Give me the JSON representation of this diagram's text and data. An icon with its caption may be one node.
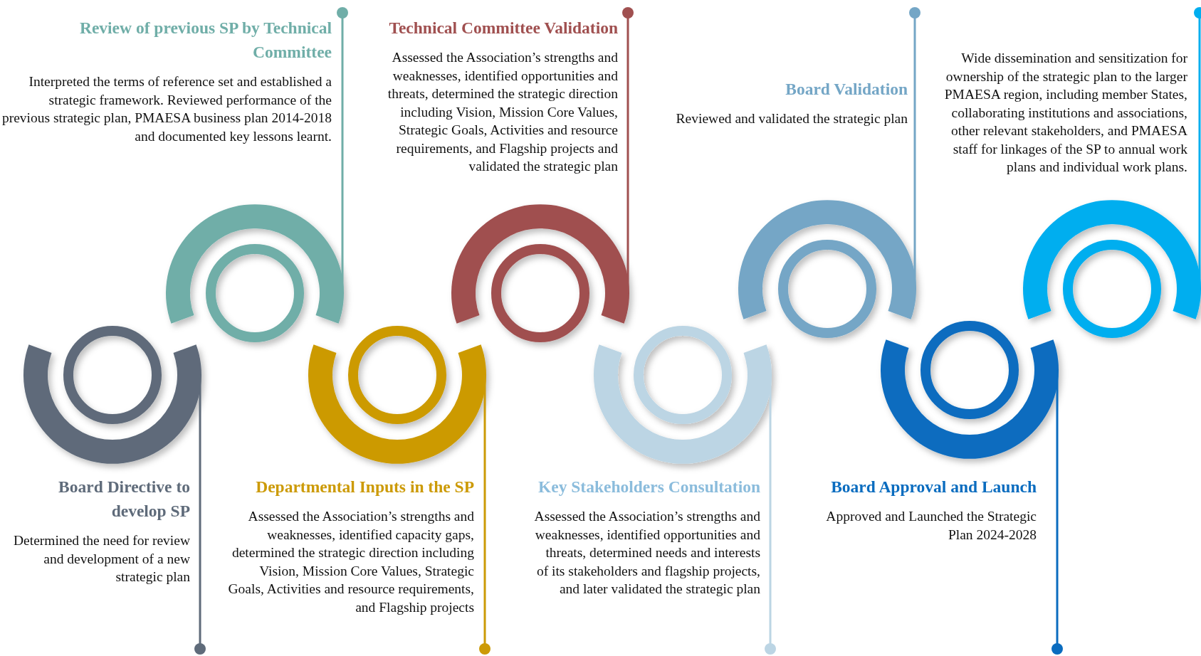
{
  "diagram": {
    "nodes": [
      {
        "text": [
          "Board Directive to develop SP",
          "Determined the need for review and development of a new strategic plan"
        ]
      },
      {
        "text": [
          "Review of previous SP by Technical Committee",
          "Interpreted the terms of reference set and established a strategic framework. Reviewed performance of the previous strategic plan, PMAESA business plan 2014-2018 and documented key lessons learnt."
        ]
      },
      {
        "text": [
          "Departmental Inputs in the SP",
          "Assessed the Association’s strengths and weaknesses, identified capacity gaps, determined the strategic direction including Vision, Mission Core Values, Strategic Goals, Activities and resource requirements, and Flagship projects"
        ]
      },
      {
        "text": [
          "Technical Committee Validation",
          "Assessed the Association’s strengths and weaknesses, identified opportunities and threats, determined the strategic direction including Vision, Mission Core Values, Strategic Goals, Activities and resource requirements, and Flagship projects and validated the strategic plan"
        ]
      },
      {
        "text": [
          "Key Stakeholders Consultation",
          "Assessed the Association’s strengths and weaknesses, identified opportunities and threats, determined needs and interests of its stakeholders and flagship projects, and later validated the strategic plan"
        ]
      },
      {
        "text": [
          "Board Validation",
          "Reviewed and validated the strategic plan"
        ]
      },
      {
        "text": [
          "Board Approval and Launch",
          "Approved and Launched the Strategic Plan 2024-2028"
        ]
      },
      {
        "text": [
          "Wide dissemination and sensitization for ownership of the strategic plan to the larger PMAESA region, including member States, collaborating institutions and associations, other relevant stakeholders, and PMAESA staff for linkages of the SP to annual work plans and individual work plans."
        ]
      }
    ]
  }
}
